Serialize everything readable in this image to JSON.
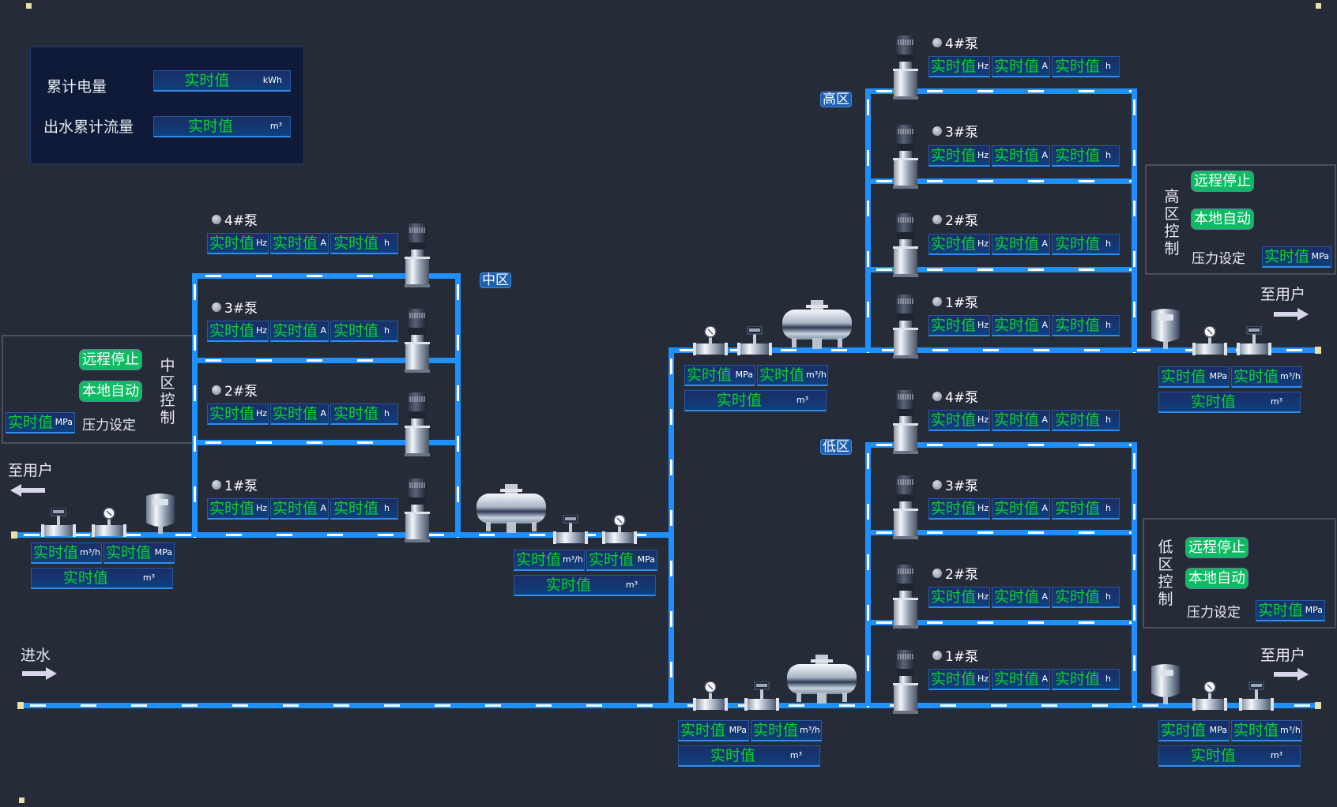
{
  "summary": {
    "energy_label": "累计电量",
    "energy_value": "实时值",
    "energy_unit": "kWh",
    "flow_label": "出水累计流量",
    "flow_value": "实时值",
    "flow_unit": "m³"
  },
  "labels": {
    "to_user": "至用户",
    "inlet": "进水"
  },
  "zones": {
    "mid": {
      "tag": "中区",
      "control_title": "中区控制",
      "stop_button": "远程停止",
      "auto_button": "本地自动",
      "pressure_label": "压力设定",
      "pressure_value": "实时值",
      "pressure_unit": "MPa",
      "pumps": [
        {
          "name": "4#泵",
          "freq": "实时值",
          "freq_unit": "Hz",
          "current": "实时值",
          "current_unit": "A",
          "runtime": "实时值",
          "runtime_unit": "h"
        },
        {
          "name": "3#泵",
          "freq": "实时值",
          "freq_unit": "Hz",
          "current": "实时值",
          "current_unit": "A",
          "runtime": "实时值",
          "runtime_unit": "h"
        },
        {
          "name": "2#泵",
          "freq": "实时值",
          "freq_unit": "Hz",
          "current": "实时值",
          "current_unit": "A",
          "runtime": "实时值",
          "runtime_unit": "h"
        },
        {
          "name": "1#泵",
          "freq": "实时值",
          "freq_unit": "Hz",
          "current": "实时值",
          "current_unit": "A",
          "runtime": "实时值",
          "runtime_unit": "h"
        }
      ]
    },
    "high": {
      "tag": "高区",
      "control_title": "高区控制",
      "stop_button": "远程停止",
      "auto_button": "本地自动",
      "pressure_label": "压力设定",
      "pressure_value": "实时值",
      "pressure_unit": "MPa",
      "pumps": [
        {
          "name": "4#泵",
          "freq": "实时值",
          "freq_unit": "Hz",
          "current": "实时值",
          "current_unit": "A",
          "runtime": "实时值",
          "runtime_unit": "h"
        },
        {
          "name": "3#泵",
          "freq": "实时值",
          "freq_unit": "Hz",
          "current": "实时值",
          "current_unit": "A",
          "runtime": "实时值",
          "runtime_unit": "h"
        },
        {
          "name": "2#泵",
          "freq": "实时值",
          "freq_unit": "Hz",
          "current": "实时值",
          "current_unit": "A",
          "runtime": "实时值",
          "runtime_unit": "h"
        },
        {
          "name": "1#泵",
          "freq": "实时值",
          "freq_unit": "Hz",
          "current": "实时值",
          "current_unit": "A",
          "runtime": "实时值",
          "runtime_unit": "h"
        }
      ]
    },
    "low": {
      "tag": "低区",
      "control_title": "低区控制",
      "stop_button": "远程停止",
      "auto_button": "本地自动",
      "pressure_label": "压力设定",
      "pressure_value": "实时值",
      "pressure_unit": "MPa",
      "pumps": [
        {
          "name": "4#泵",
          "freq": "实时值",
          "freq_unit": "Hz",
          "current": "实时值",
          "current_unit": "A",
          "runtime": "实时值",
          "runtime_unit": "h"
        },
        {
          "name": "3#泵",
          "freq": "实时值",
          "freq_unit": "Hz",
          "current": "实时值",
          "current_unit": "A",
          "runtime": "实时值",
          "runtime_unit": "h"
        },
        {
          "name": "2#泵",
          "freq": "实时值",
          "freq_unit": "Hz",
          "current": "实时值",
          "current_unit": "A",
          "runtime": "实时值",
          "runtime_unit": "h"
        },
        {
          "name": "1#泵",
          "freq": "实时值",
          "freq_unit": "Hz",
          "current": "实时值",
          "current_unit": "A",
          "runtime": "实时值",
          "runtime_unit": "h"
        }
      ]
    }
  },
  "meters": {
    "mid_outlet": {
      "a_value": "实时值",
      "a_unit": "m³/h",
      "b_value": "实时值",
      "b_unit": "MPa",
      "total_value": "实时值",
      "total_unit": "m³"
    },
    "mid_inlet": {
      "a_value": "实时值",
      "a_unit": "m³/h",
      "b_value": "实时值",
      "b_unit": "MPa",
      "total_value": "实时值",
      "total_unit": "m³"
    },
    "high_inlet": {
      "a_value": "实时值",
      "a_unit": "MPa",
      "b_value": "实时值",
      "b_unit": "m³/h",
      "total_value": "实时值",
      "total_unit": "m³"
    },
    "high_outlet": {
      "a_value": "实时值",
      "a_unit": "MPa",
      "b_value": "实时值",
      "b_unit": "m³/h",
      "total_value": "实时值",
      "total_unit": "m³"
    },
    "low_inlet": {
      "a_value": "实时值",
      "a_unit": "MPa",
      "b_value": "实时值",
      "b_unit": "m³/h",
      "total_value": "实时值",
      "total_unit": "m³"
    },
    "low_outlet": {
      "a_value": "实时值",
      "a_unit": "MPa",
      "b_value": "实时值",
      "b_unit": "m³/h",
      "total_value": "实时值",
      "total_unit": "m³"
    }
  },
  "colors": {
    "background": "#262b38",
    "pipe": "#1e90ff",
    "value_text": "#06d42a",
    "button": "#0dbb63",
    "panel": "#0f1a38"
  }
}
